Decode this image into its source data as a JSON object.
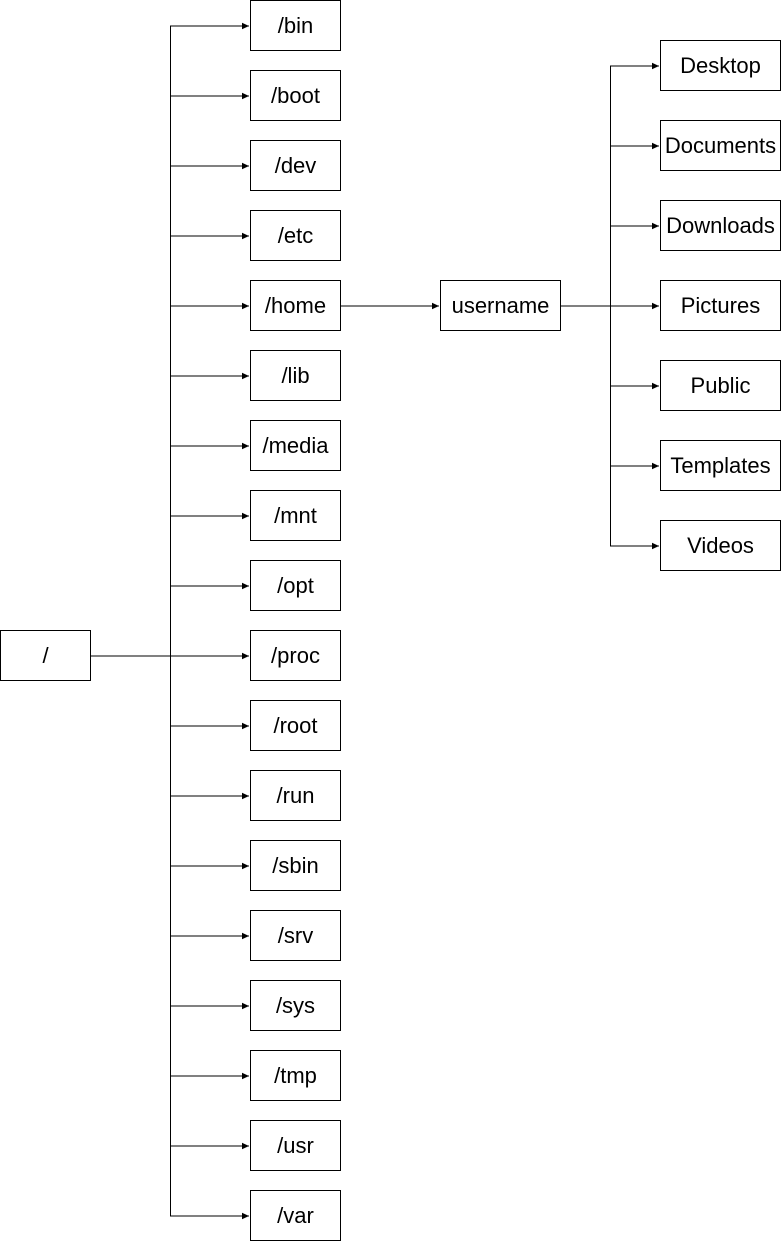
{
  "root": {
    "id": "root",
    "label": "/"
  },
  "top_level_dirs": [
    {
      "id": "bin",
      "label": "/bin"
    },
    {
      "id": "boot",
      "label": "/boot"
    },
    {
      "id": "dev",
      "label": "/dev"
    },
    {
      "id": "etc",
      "label": "/etc"
    },
    {
      "id": "home",
      "label": "/home"
    },
    {
      "id": "lib",
      "label": "/lib"
    },
    {
      "id": "media",
      "label": "/media"
    },
    {
      "id": "mnt",
      "label": "/mnt"
    },
    {
      "id": "opt",
      "label": "/opt"
    },
    {
      "id": "proc",
      "label": "/proc"
    },
    {
      "id": "root-dir",
      "label": "/root"
    },
    {
      "id": "run",
      "label": "/run"
    },
    {
      "id": "sbin",
      "label": "/sbin"
    },
    {
      "id": "srv",
      "label": "/srv"
    },
    {
      "id": "sys",
      "label": "/sys"
    },
    {
      "id": "tmp",
      "label": "/tmp"
    },
    {
      "id": "usr",
      "label": "/usr"
    },
    {
      "id": "var",
      "label": "/var"
    }
  ],
  "user_dir": {
    "id": "username",
    "label": "username",
    "parent": "home"
  },
  "user_subdirs": [
    {
      "id": "desktop",
      "label": "Desktop"
    },
    {
      "id": "documents",
      "label": "Documents"
    },
    {
      "id": "downloads",
      "label": "Downloads"
    },
    {
      "id": "pictures",
      "label": "Pictures"
    },
    {
      "id": "public",
      "label": "Public"
    },
    {
      "id": "templates",
      "label": "Templates"
    },
    {
      "id": "videos",
      "label": "Videos"
    }
  ],
  "colors": {
    "line": "#000000",
    "box_border": "#000000",
    "box_fill": "#ffffff",
    "text": "#000000"
  }
}
